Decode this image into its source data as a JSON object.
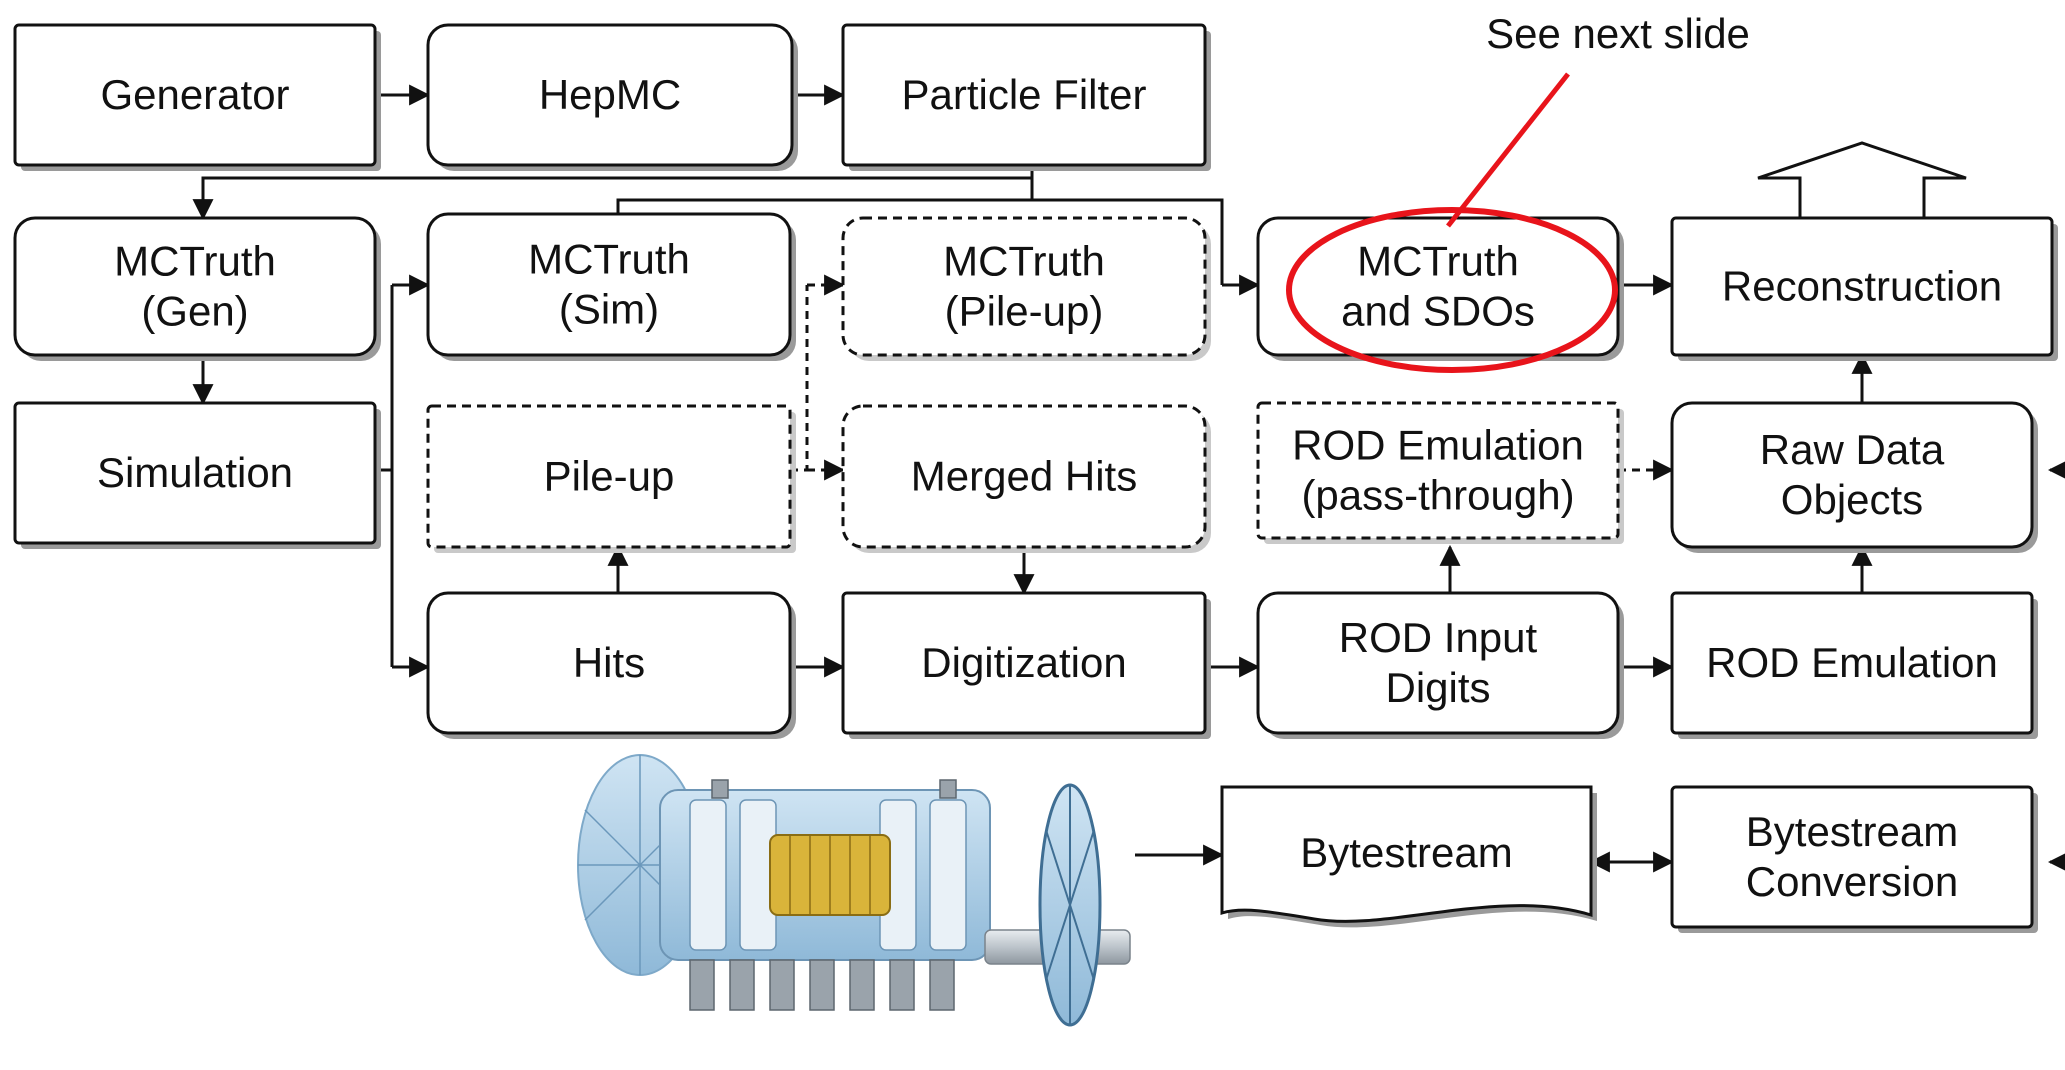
{
  "nodes": {
    "generator": [
      "Generator"
    ],
    "hepmc": [
      "HepMC"
    ],
    "particle_filter": [
      "Particle Filter"
    ],
    "mctruth_gen": [
      "MCTruth",
      "(Gen)"
    ],
    "mctruth_sim": [
      "MCTruth",
      "(Sim)"
    ],
    "mctruth_pileup": [
      "MCTruth",
      "(Pile-up)"
    ],
    "mctruth_sdos": [
      "MCTruth",
      "and SDOs"
    ],
    "reconstruction": [
      "Reconstruction"
    ],
    "simulation": [
      "Simulation"
    ],
    "pileup": [
      "Pile-up"
    ],
    "merged_hits": [
      "Merged Hits"
    ],
    "rod_emulation_pass": [
      "ROD Emulation",
      "(pass-through)"
    ],
    "raw_data_objects": [
      "Raw Data",
      "Objects"
    ],
    "hits": [
      "Hits"
    ],
    "digitization": [
      "Digitization"
    ],
    "rod_input_digits": [
      "ROD Input",
      "Digits"
    ],
    "rod_emulation": [
      "ROD Emulation"
    ],
    "bytestream": [
      "Bytestream"
    ],
    "bytestream_conversion": [
      "Bytestream",
      "Conversion"
    ]
  },
  "annotation": {
    "text": "See next slide",
    "color": "#e8141b"
  },
  "colors": {
    "box_stroke": "#111111",
    "shadow": "#9a9a9a",
    "arrow": "#111111",
    "detector_blue": "#9cc8e6",
    "detector_gold": "#d9b43a",
    "detector_gray": "#b8bcc2"
  },
  "icons": {
    "detector": "atlas-detector-illustration"
  }
}
